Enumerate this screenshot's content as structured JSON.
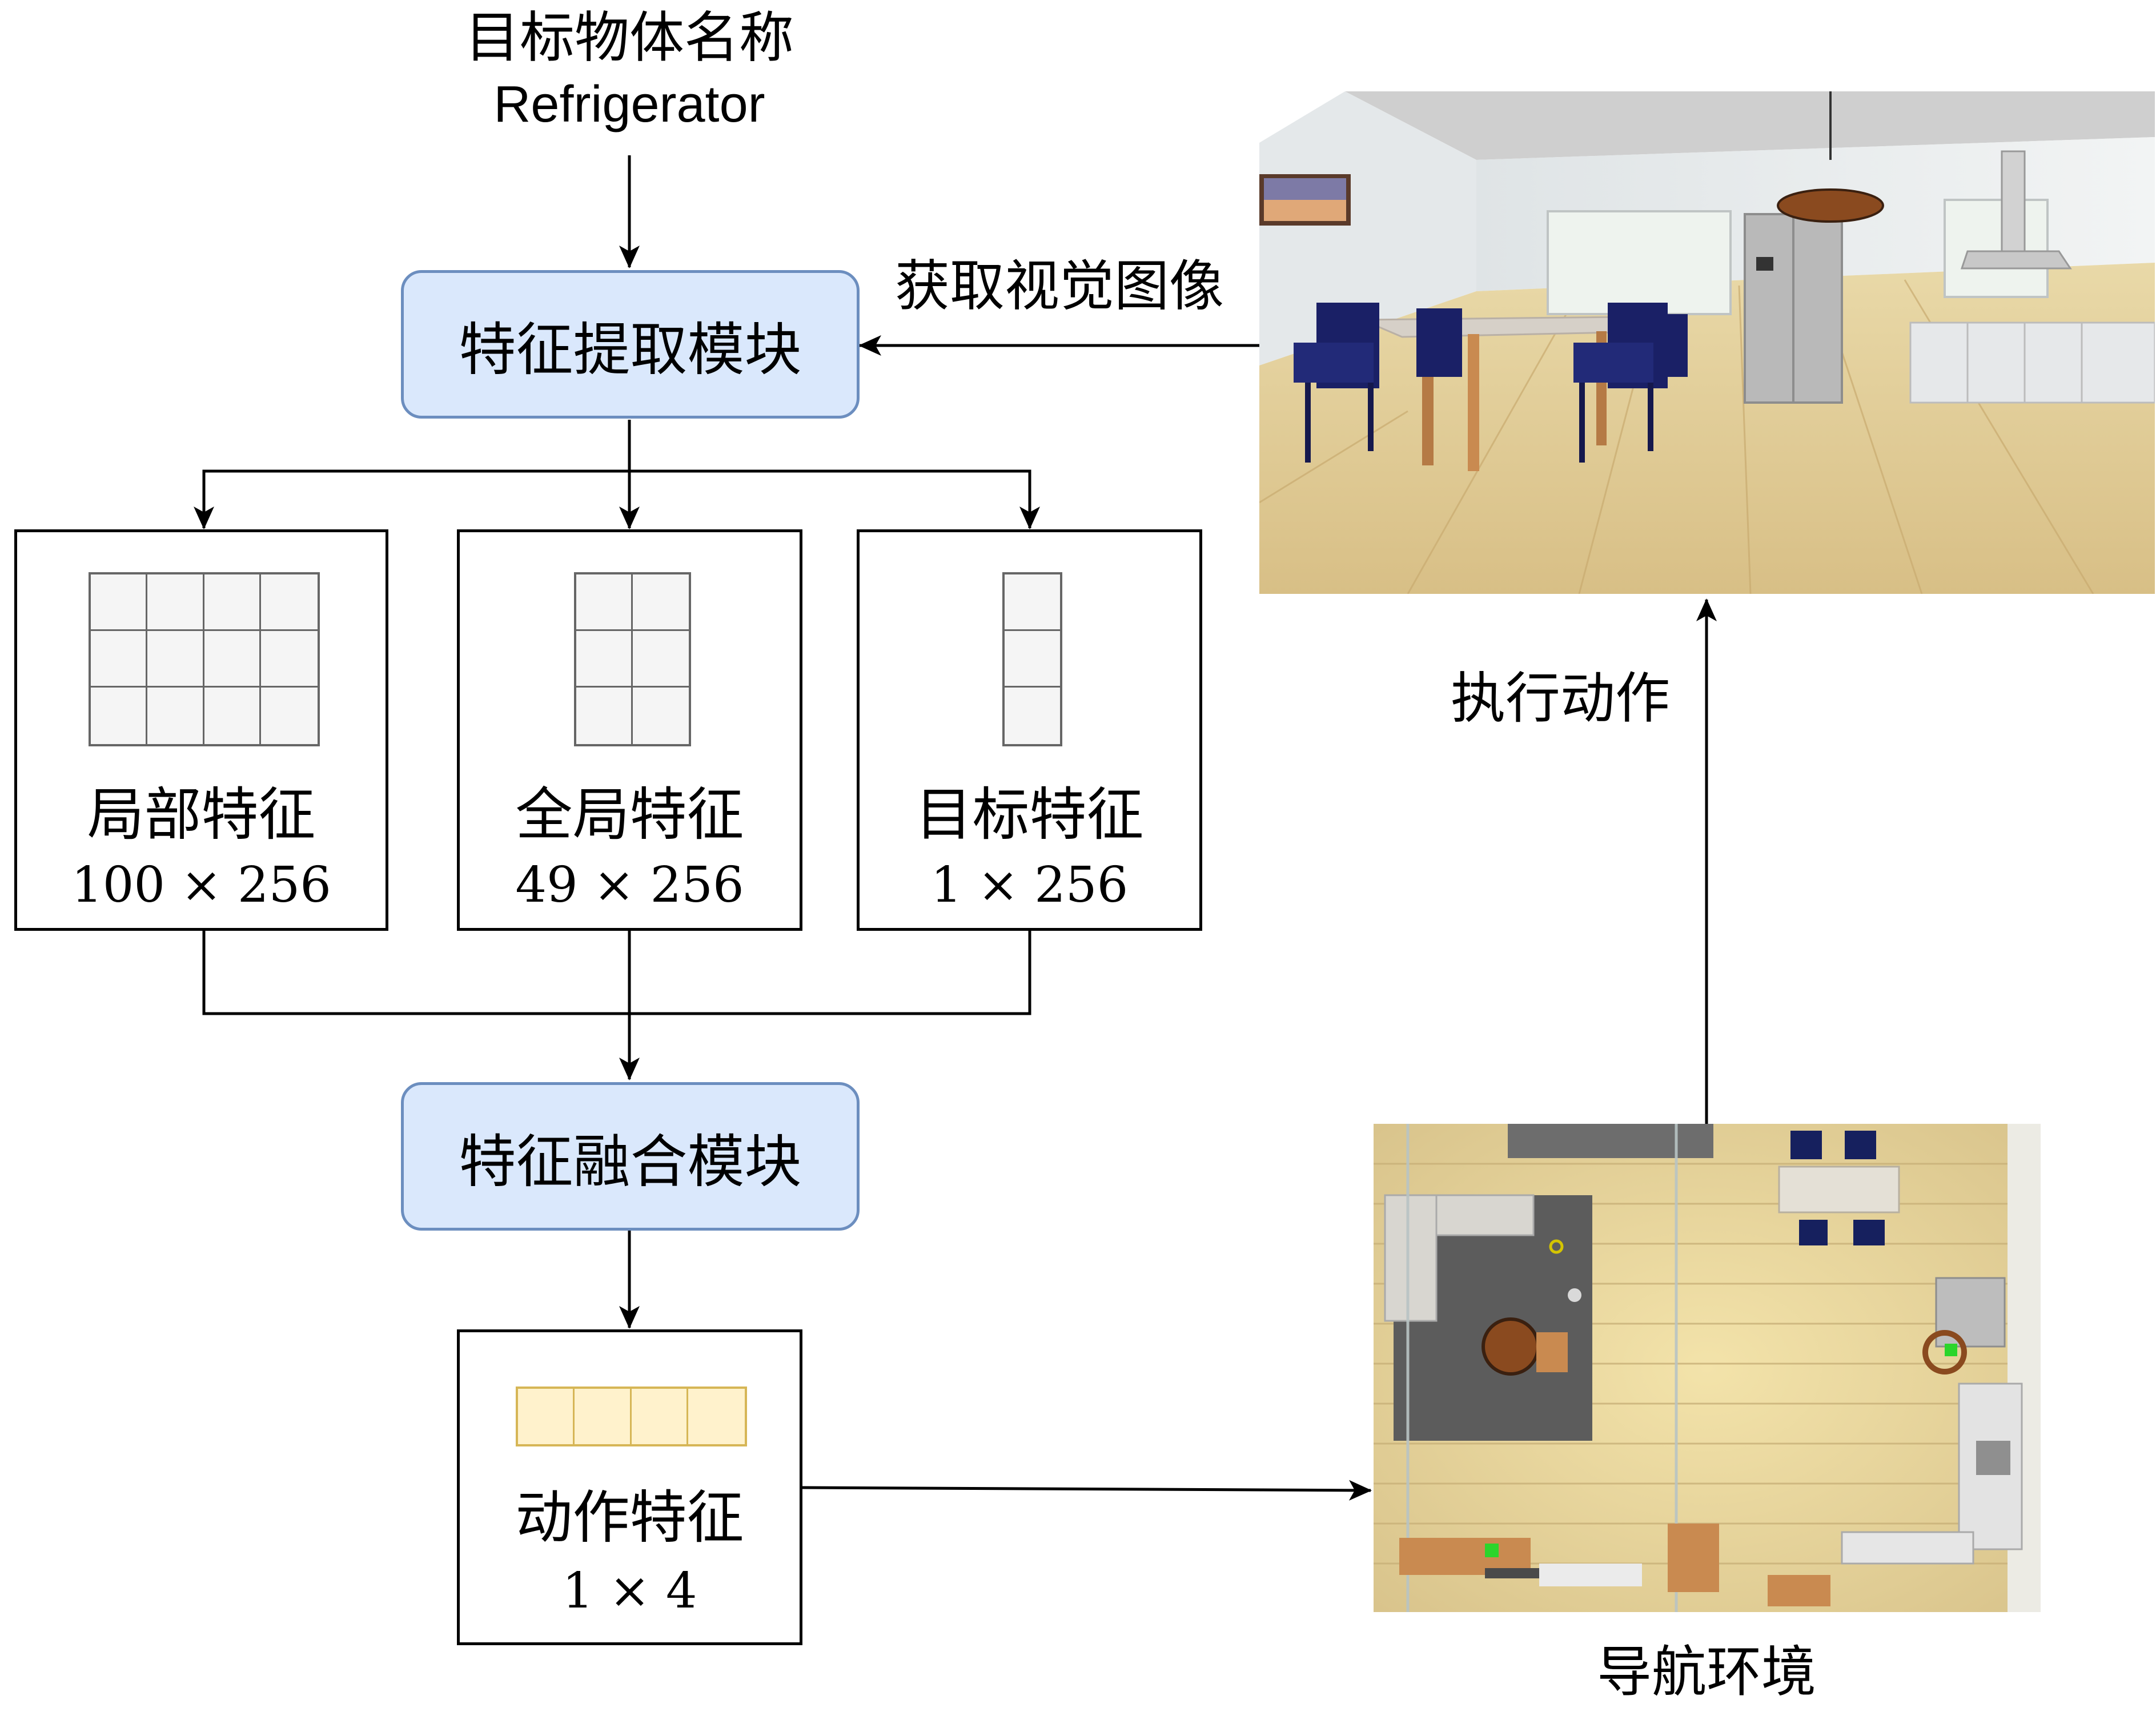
{
  "target_object": {
    "title": "目标物体名称",
    "name": "Refrigerator"
  },
  "modules": {
    "feature_extraction": "特征提取模块",
    "feature_fusion": "特征融合模块"
  },
  "features": {
    "local": {
      "label": "局部特征",
      "dims": "100 × 256"
    },
    "global": {
      "label": "全局特征",
      "dims": "49 × 256"
    },
    "target": {
      "label": "目标特征",
      "dims": "1 × 256"
    },
    "action": {
      "label": "动作特征",
      "dims": "1 × 4"
    }
  },
  "edges": {
    "visual_input": "获取视觉图像",
    "execute_action": "执行动作"
  },
  "environment": {
    "caption": "导航环境"
  },
  "colors": {
    "module_fill": "#dae8fc",
    "module_border": "#6c8ebf",
    "grid_fill": "#f5f5f5",
    "grid_border": "#666666",
    "action_fill": "#fff2cc",
    "action_border": "#d6b656"
  }
}
